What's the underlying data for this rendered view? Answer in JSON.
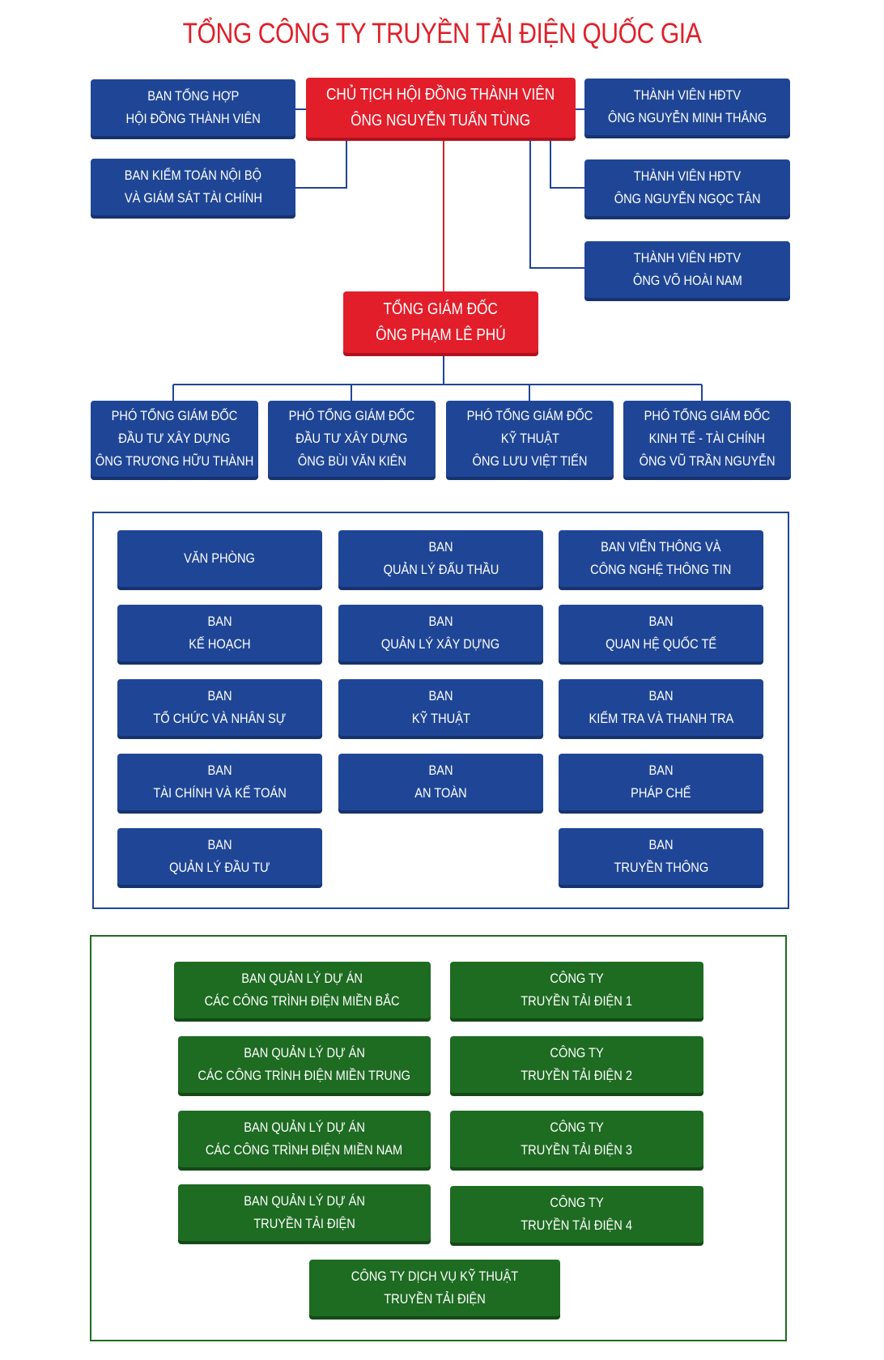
{
  "title": "TỔNG CÔNG TY TRUYỀN TẢI ĐIỆN QUỐC GIA",
  "colors": {
    "title": "#e0202a",
    "blue": "#1f4696",
    "red": "#e21e2b",
    "green": "#1e6b22"
  },
  "leadership": {
    "chairman": [
      "CHỦ TỊCH HỘI ĐỒNG THÀNH VIÊN",
      "ÔNG NGUYỄN TUẤN TÙNG"
    ],
    "board_secretariat": [
      "BAN TỔNG HỢP",
      "HỘI ĐỒNG THÀNH VIÊN"
    ],
    "internal_audit": [
      "BAN KIỂM TOÁN NỘI BỘ",
      "VÀ GIÁM SÁT TÀI CHÍNH"
    ],
    "member_1": [
      "THÀNH VIÊN HĐTV",
      "ÔNG NGUYỄN MINH THẮNG"
    ],
    "member_2": [
      "THÀNH VIÊN HĐTV",
      "ÔNG NGUYỄN NGỌC TÂN"
    ],
    "member_3": [
      "THÀNH VIÊN HĐTV",
      "ÔNG VÕ HOÀI NAM"
    ],
    "general_director": [
      "TỔNG GIÁM ĐỐC",
      "ÔNG PHẠM LÊ PHÚ"
    ]
  },
  "deputies": [
    [
      "PHÓ TỔNG GIÁM ĐỐC",
      "ĐẦU TƯ XÂY DỰNG",
      "ÔNG TRƯƠNG HỮU THÀNH"
    ],
    [
      "PHÓ TỔNG GIÁM ĐỐC",
      "ĐẦU TƯ XÂY DỰNG",
      "ÔNG BÙI VĂN KIÊN"
    ],
    [
      "PHÓ TỔNG GIÁM ĐỐC",
      "KỸ THUẬT",
      "ÔNG LƯU VIỆT TIẾN"
    ],
    [
      "PHÓ TỔNG GIÁM ĐỐC",
      "KINH TẾ - TÀI CHÍNH",
      "ÔNG VŨ TRẦN NGUYỄN"
    ]
  ],
  "departments": [
    [
      "VĂN PHÒNG"
    ],
    [
      "BAN",
      "QUẢN LÝ ĐẤU THẦU"
    ],
    [
      "BAN VIỄN THÔNG VÀ",
      "CÔNG NGHỆ THÔNG TIN"
    ],
    [
      "BAN",
      "KẾ HOẠCH"
    ],
    [
      "BAN",
      "QUẢN LÝ XÂY DỰNG"
    ],
    [
      "BAN",
      "QUAN HỆ QUỐC TẾ"
    ],
    [
      "BAN",
      "TỔ CHỨC VÀ NHÂN SỰ"
    ],
    [
      "BAN",
      "KỸ THUẬT"
    ],
    [
      "BAN",
      "KIỂM TRA VÀ THANH TRA"
    ],
    [
      "BAN",
      "TÀI CHÍNH VÀ KẾ TOÁN"
    ],
    [
      "BAN",
      "AN TOÀN"
    ],
    [
      "BAN",
      "PHÁP CHẾ"
    ],
    [
      "BAN",
      "QUẢN LÝ ĐẦU TƯ"
    ],
    [
      "BAN",
      "TRUYỀN THÔNG"
    ]
  ],
  "units": [
    [
      "BAN QUẢN LÝ DỰ ÁN",
      "CÁC CÔNG TRÌNH ĐIỆN MIỀN BẮC"
    ],
    [
      "CÔNG TY",
      "TRUYỀN TẢI ĐIỆN 1"
    ],
    [
      "BAN QUẢN LÝ DỰ ÁN",
      "CÁC CÔNG TRÌNH ĐIỆN MIỀN TRUNG"
    ],
    [
      "CÔNG TY",
      "TRUYỀN TẢI ĐIỆN 2"
    ],
    [
      "BAN QUẢN LÝ DỰ ÁN",
      "CÁC CÔNG TRÌNH ĐIỆN MIỀN NAM"
    ],
    [
      "CÔNG TY",
      "TRUYỀN TẢI ĐIỆN 3"
    ],
    [
      "BAN QUẢN LÝ DỰ ÁN",
      "TRUYỀN TẢI ĐIỆN"
    ],
    [
      "CÔNG TY",
      "TRUYỀN TẢI ĐIỆN 4"
    ],
    [
      "CÔNG TY DỊCH VỤ KỸ THUẬT",
      "TRUYỀN TẢI ĐIỆN"
    ]
  ]
}
